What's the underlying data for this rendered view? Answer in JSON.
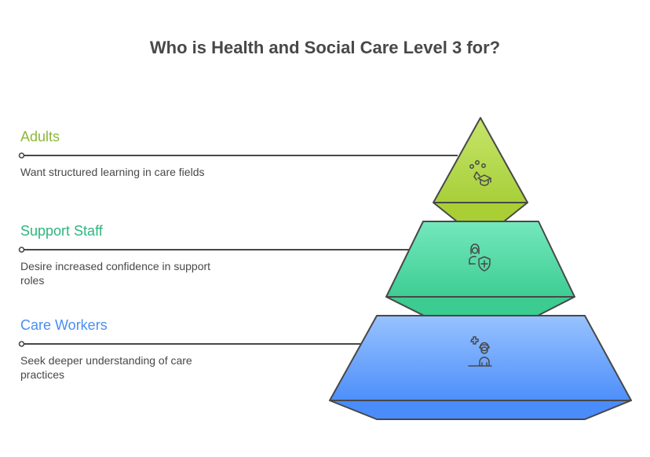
{
  "title": "Who is Health and Social Care Level 3 for?",
  "levels": [
    {
      "label": "Adults",
      "description": "Want structured learning in care fields",
      "color": "#8db83a",
      "fill_top": "#c6e56a",
      "fill_bottom": "#a8cf3a",
      "icon": "learning-graduation-icon"
    },
    {
      "label": "Support Staff",
      "description": "Desire increased confidence in support roles",
      "color": "#2fb57f",
      "fill_top": "#72e6bb",
      "fill_bottom": "#3dcc92",
      "icon": "nurse-shield-icon"
    },
    {
      "label": "Care Workers",
      "description": "Seek deeper understanding of care practices",
      "color": "#4a8ef0",
      "fill_top": "#96c0ff",
      "fill_bottom": "#4d8ffa",
      "icon": "care-worker-plus-icon"
    }
  ]
}
